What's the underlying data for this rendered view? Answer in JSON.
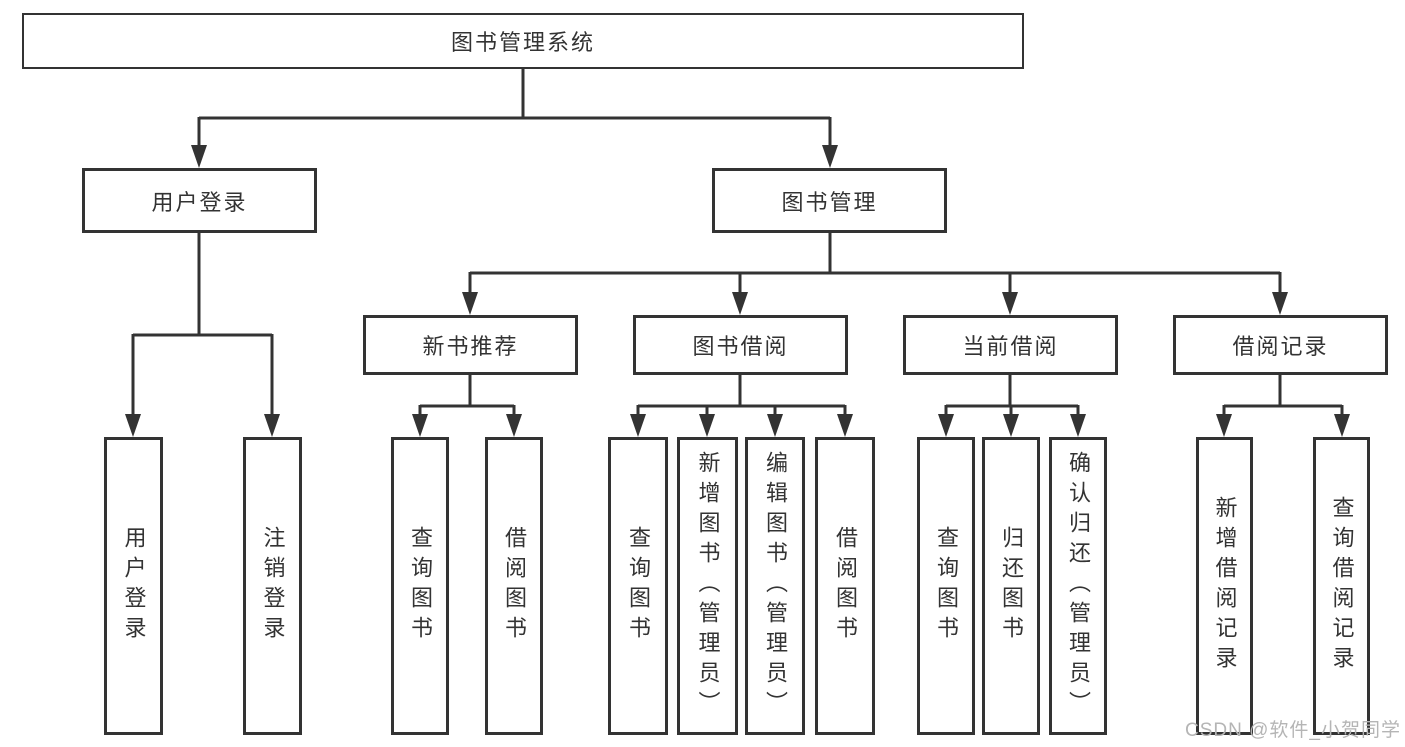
{
  "diagram": {
    "root": "图书管理系统",
    "level2": [
      {
        "label": "用户登录",
        "children": [
          {
            "label": "用户登录"
          },
          {
            "label": "注销登录"
          }
        ]
      },
      {
        "label": "图书管理",
        "children": [
          {
            "label": "新书推荐",
            "children": [
              {
                "label": "查询图书"
              },
              {
                "label": "借阅图书"
              }
            ]
          },
          {
            "label": "图书借阅",
            "children": [
              {
                "label": "查询图书"
              },
              {
                "label": "新增图书（管理员）"
              },
              {
                "label": "编辑图书（管理员）"
              },
              {
                "label": "借阅图书"
              }
            ]
          },
          {
            "label": "当前借阅",
            "children": [
              {
                "label": "查询图书"
              },
              {
                "label": "归还图书"
              },
              {
                "label": "确认归还（管理员）"
              }
            ]
          },
          {
            "label": "借阅记录",
            "children": [
              {
                "label": "新增借阅记录"
              },
              {
                "label": "查询借阅记录"
              }
            ]
          }
        ]
      }
    ],
    "line_color": "#333333"
  },
  "watermark": "CSDN @软件_小贺同学"
}
